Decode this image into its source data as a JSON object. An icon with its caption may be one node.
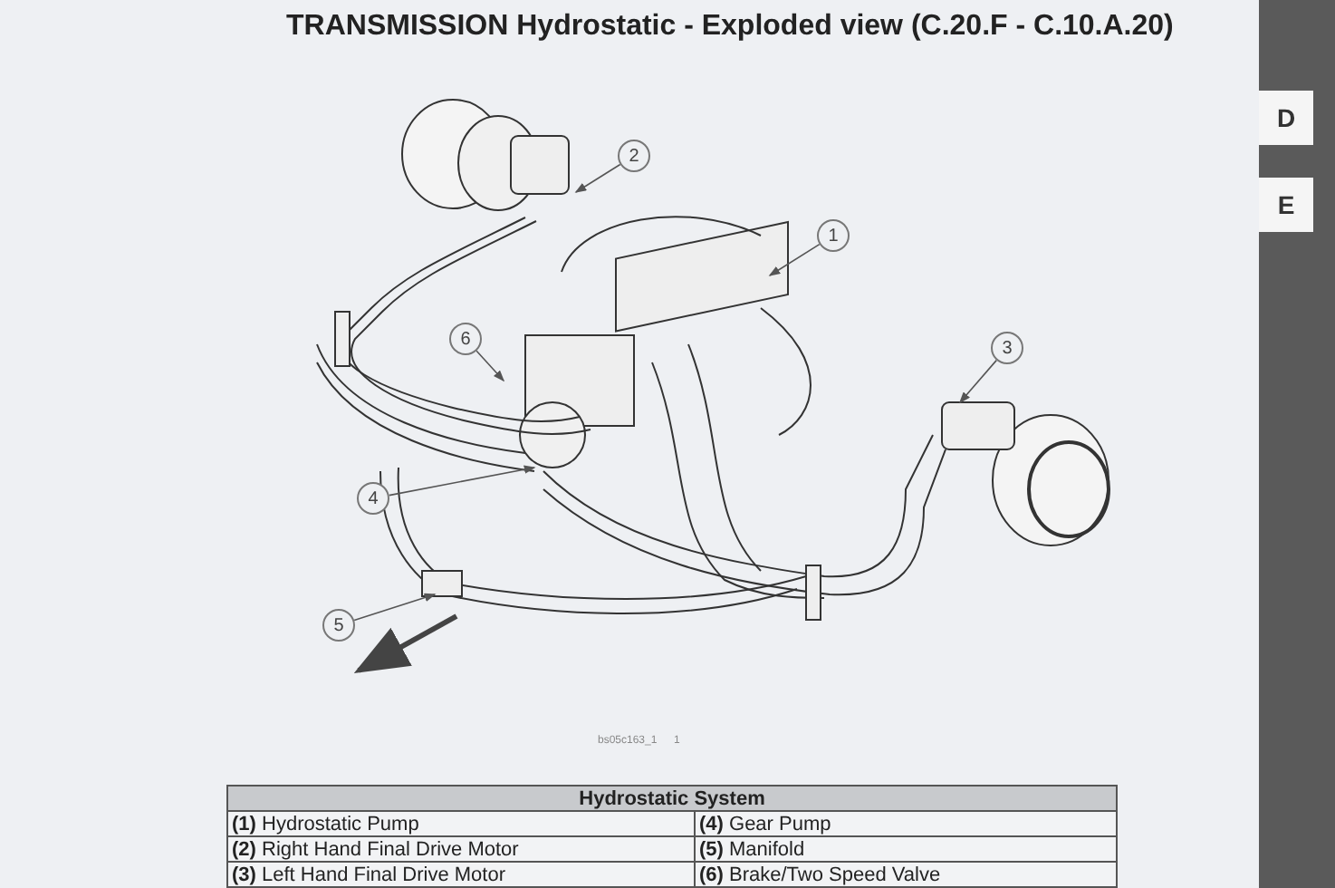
{
  "diagram": {
    "title": "TRANSMISSION Hydrostatic - Exploded view (C.20.F - C.10.A.20)",
    "nodes": [
      {
        "text": [
          "1"
        ]
      },
      {
        "text": [
          "2"
        ]
      },
      {
        "text": [
          "3"
        ]
      },
      {
        "text": [
          "4"
        ]
      },
      {
        "text": [
          "5"
        ]
      },
      {
        "text": [
          "6"
        ]
      }
    ],
    "edges": [
      {
        "from": 0,
        "to": null,
        "arrow": "to"
      },
      {
        "from": 1,
        "to": null,
        "arrow": "to"
      },
      {
        "from": 2,
        "to": null,
        "arrow": "to"
      },
      {
        "from": 3,
        "to": null,
        "arrow": "to"
      },
      {
        "from": 4,
        "to": null,
        "arrow": "to"
      },
      {
        "from": 5,
        "to": null,
        "arrow": "to"
      }
    ],
    "labels": [
      "bs05c163_1",
      "1",
      "Hydrostatic System",
      "**(1)** Hydrostatic Pump",
      "**(4)** Gear Pump",
      "**(2)** Right Hand Final Drive Motor",
      "**(5)** Manifold",
      "**(3)** Left Hand Final Drive Motor",
      "**(6)** Brake/Two Speed Valve",
      "D",
      "E"
    ]
  }
}
